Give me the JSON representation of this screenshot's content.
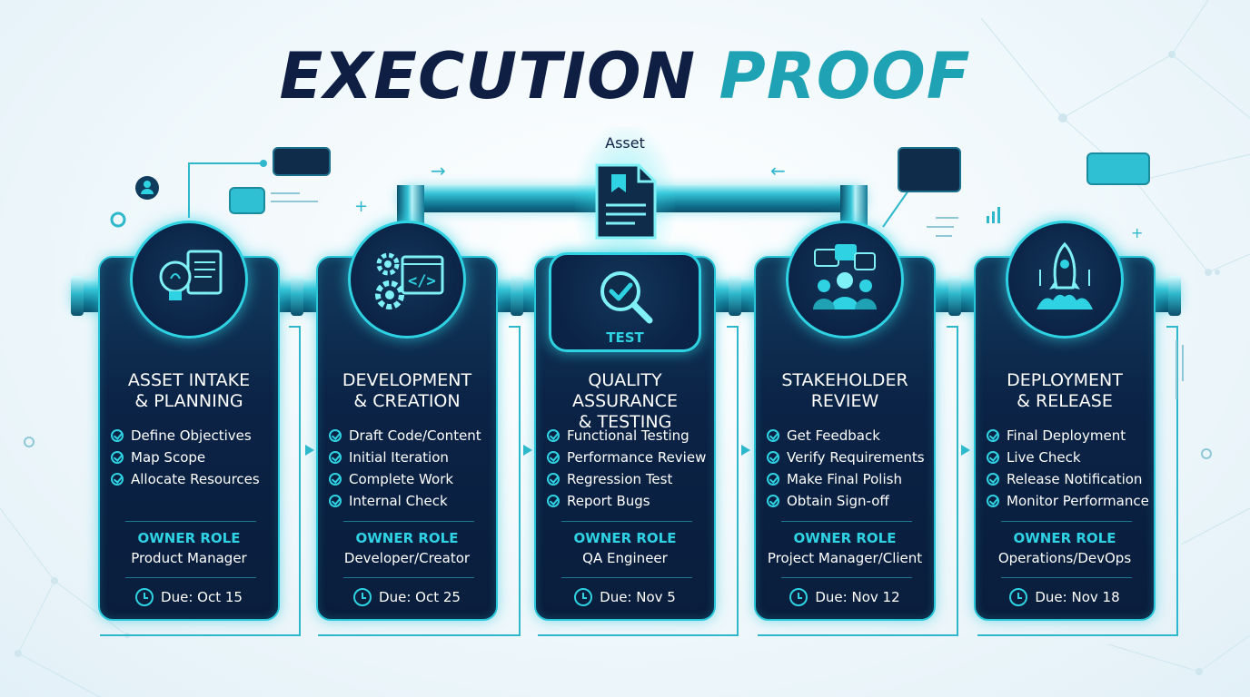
{
  "title": {
    "word1": "EXECUTION",
    "word2": "PROOF"
  },
  "center_node": {
    "label": "Asset",
    "test_label": "TEST"
  },
  "colors": {
    "navy": "#0f1f44",
    "teal": "#1fa3b4",
    "accent": "#2fd2e2",
    "card_bg": "#0b2346"
  },
  "stages": [
    {
      "icon": "lightbulb-document-icon",
      "title_line1": "ASSET INTAKE",
      "title_line2": "& PLANNING",
      "tasks": [
        "Define Objectives",
        "Map Scope",
        "Allocate Resources"
      ],
      "owner_label": "OWNER ROLE",
      "owner": "Product Manager",
      "due": "Due: Oct 15"
    },
    {
      "icon": "gears-code-icon",
      "title_line1": "DEVELOPMENT",
      "title_line2": "& CREATION",
      "tasks": [
        "Draft Code/Content",
        "Initial Iteration",
        "Complete Work",
        "Internal Check"
      ],
      "owner_label": "OWNER ROLE",
      "owner": "Developer/Creator",
      "due": "Due: Oct 25"
    },
    {
      "icon": "magnifier-check-icon",
      "title_line1": "QUALITY ASSURANCE",
      "title_line2": "& TESTING",
      "tasks": [
        "Functional Testing",
        "Performance Review",
        "Regression Test",
        "Report Bugs"
      ],
      "owner_label": "OWNER ROLE",
      "owner": "QA Engineer",
      "due": "Due: Nov 5"
    },
    {
      "icon": "people-chat-icon",
      "title_line1": "STAKEHOLDER",
      "title_line2": "REVIEW",
      "tasks": [
        "Get Feedback",
        "Verify Requirements",
        "Make Final Polish",
        "Obtain Sign-off"
      ],
      "owner_label": "OWNER ROLE",
      "owner": "Project Manager/Client",
      "due": "Due: Nov 12"
    },
    {
      "icon": "rocket-launch-icon",
      "title_line1": "DEPLOYMENT",
      "title_line2": "& RELEASE",
      "tasks": [
        "Final Deployment",
        "Live Check",
        "Release Notification",
        "Monitor Performance"
      ],
      "owner_label": "OWNER ROLE",
      "owner": "Operations/DevOps",
      "due": "Due: Nov 18"
    }
  ]
}
